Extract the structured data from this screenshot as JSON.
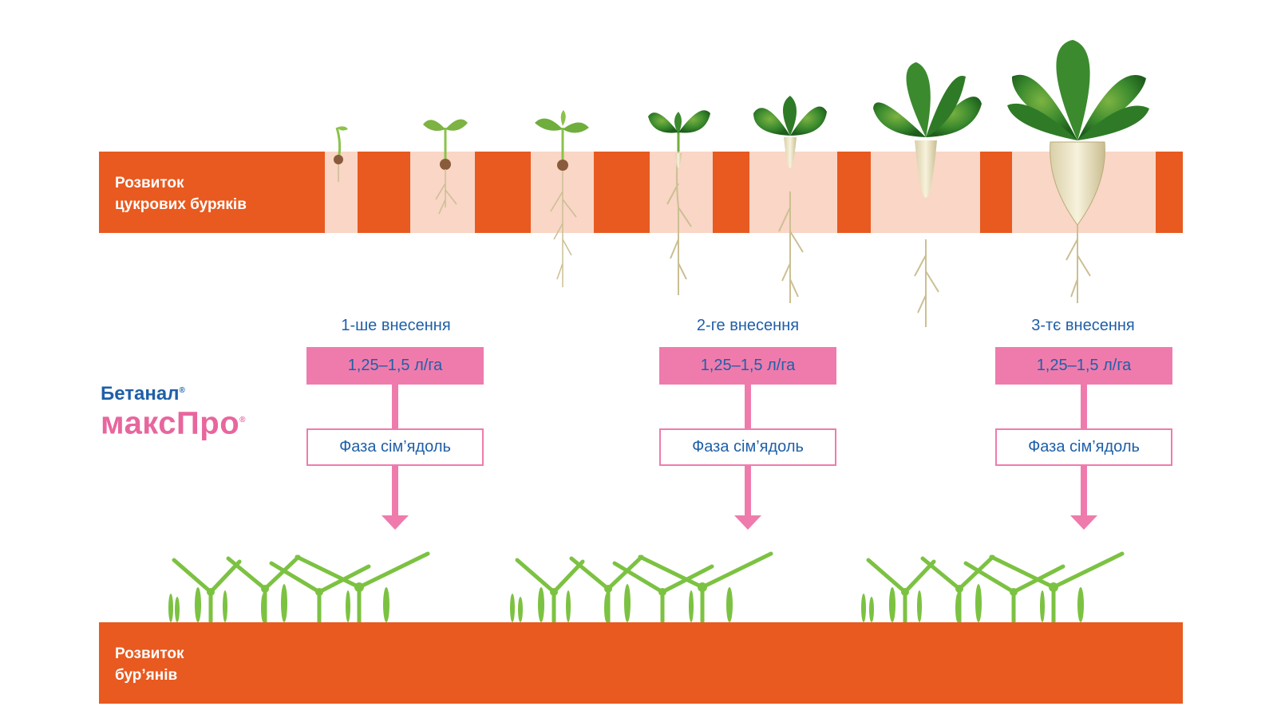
{
  "top_band": {
    "label_line1": "Розвиток",
    "label_line2": "цукрових буряків"
  },
  "bottom_band": {
    "label_line1": "Розвиток",
    "label_line2": "бур’янів"
  },
  "brand": {
    "line1": "Бетанал",
    "line2": "максПро",
    "reg_mark": "®"
  },
  "applications": [
    {
      "title": "1-ше внесення",
      "dose": "1,25–1,5 л/га",
      "phase": "Фаза сім’ядоль"
    },
    {
      "title": "2-ге внесення",
      "dose": "1,25–1,5 л/га",
      "phase": "Фаза сім’ядоль"
    },
    {
      "title": "3-тє внесення",
      "dose": "1,25–1,5 л/га",
      "phase": "Фаза сім’ядоль"
    }
  ],
  "colors": {
    "band_orange": "#e85a20",
    "band_light": "#f9d6c5",
    "pink": "#ef7bad",
    "blue_text": "#1f5fa8",
    "leaf_green": "#2e7d32",
    "weed_green": "#7cc242"
  },
  "icons": [
    "sugar-beet-plant-icon",
    "weed-seedling-icon",
    "arrow-down-icon"
  ]
}
